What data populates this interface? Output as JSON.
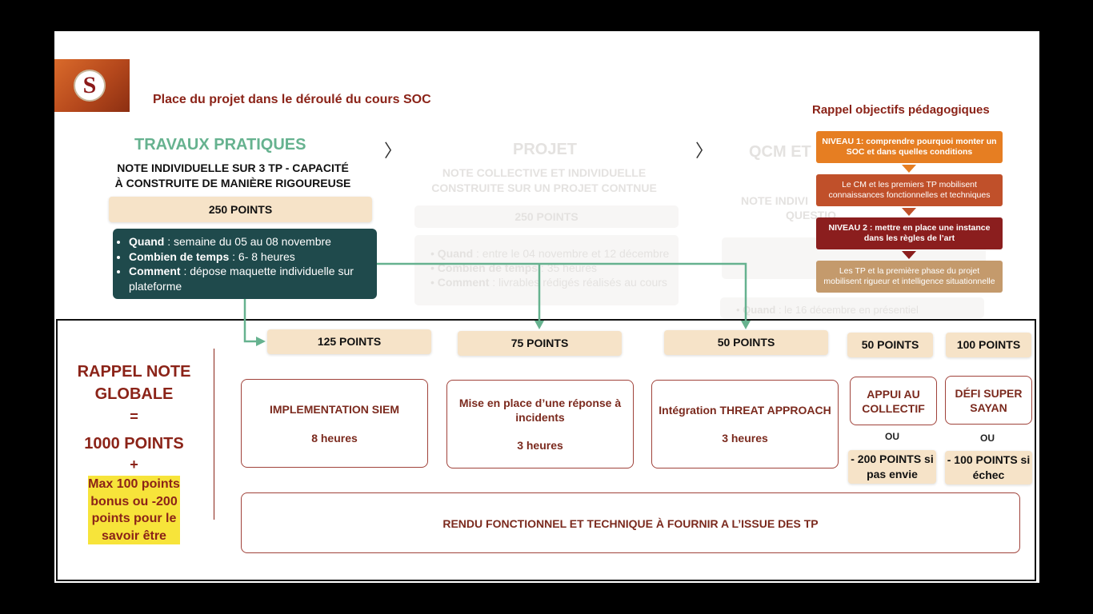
{
  "slide_title": "Place du projet dans le déroulé du cours SOC",
  "logo_letter": "S",
  "tp": {
    "title": "TRAVAUX PRATIQUES",
    "subtitle_line1": "NOTE INDIVIDUELLE SUR 3 TP - CAPACITÉ",
    "subtitle_line2": "À CONSTRUITE DE  MANIÈRE RIGOUREUSE",
    "points": "250 POINTS",
    "quand_label": "Quand",
    "quand_text": " : semaine du 05 au 08 novembre",
    "temps_label": "Combien de temps",
    "temps_text": " : 6- 8 heures",
    "comment_label": "Comment",
    "comment_text": " : dépose maquette individuelle sur plateforme"
  },
  "projet": {
    "title": "PROJET",
    "subtitle_line1": "NOTE COLLECTIVE ET INDIVIDUELLE",
    "subtitle_line2": "CONSTRUITE SUR UN PROJET CONTNUE",
    "points": "250 POINTS",
    "quand_label": "Quand",
    "quand_text": " : entre le 04 novembre et 12 décembre",
    "temps_label": "Combien de temps",
    "temps_text": " : 35 heures",
    "comment_label": "Comment",
    "comment_text": " : livrables rédigés réalisés au cours"
  },
  "qcm": {
    "title": "QCM ET",
    "subtitle_line1": "NOTE INDIVI",
    "subtitle_line2": "QUESTIO",
    "quand_label": "Quand",
    "quand_text": " : le 16 décembre en présentiel"
  },
  "objectifs": {
    "title": "Rappel objectifs pédagogiques",
    "items": [
      "NIVEAU 1: comprendre pourquoi monter un SOC et dans quelles conditions",
      "Le CM et les premiers TP mobilisent connaissances fonctionnelles et techniques",
      "NIVEAU 2 : mettre en place une instance dans les règles de l’art",
      "Les TP et la première phase du projet mobilisent rigueur et intelligence situationnelle"
    ],
    "colors": [
      "#e67e22",
      "#c0502a",
      "#8b1e1e",
      "#c49a6c"
    ]
  },
  "rappel": {
    "line1": "RAPPEL NOTE",
    "line2": "GLOBALE",
    "equals": "=",
    "total": "1000 POINTS",
    "plus": "+",
    "bonus_l1": "Max 100 points",
    "bonus_l2": "bonus ou -200",
    "bonus_l3": "points pour le",
    "bonus_l4": "savoir être"
  },
  "blocks": [
    {
      "points": "125 POINTS",
      "title": "IMPLEMENTATION SIEM",
      "duration": "8 heures"
    },
    {
      "points": "75 POINTS",
      "title": "Mise en place d’une réponse à incidents",
      "duration": "3  heures"
    },
    {
      "points": "50 POINTS",
      "title": "Intégration THREAT APPROACH",
      "duration": "3 heures"
    }
  ],
  "appui": {
    "points": "50 POINTS",
    "title": "APPUI AU COLLECTIF",
    "ou": "OU",
    "alt": "- 200 POINTS si pas envie"
  },
  "defi": {
    "points": "100 POINTS",
    "title": "DÉFI SUPER SAYAN",
    "ou": "OU",
    "alt": "- 100 POINTS si échec"
  },
  "rendu": "RENDU FONCTIONNEL ET TECHNIQUE À FOURNIR A L’ISSUE DES TP",
  "chevron": "〉",
  "accent_color": "#66b28f"
}
